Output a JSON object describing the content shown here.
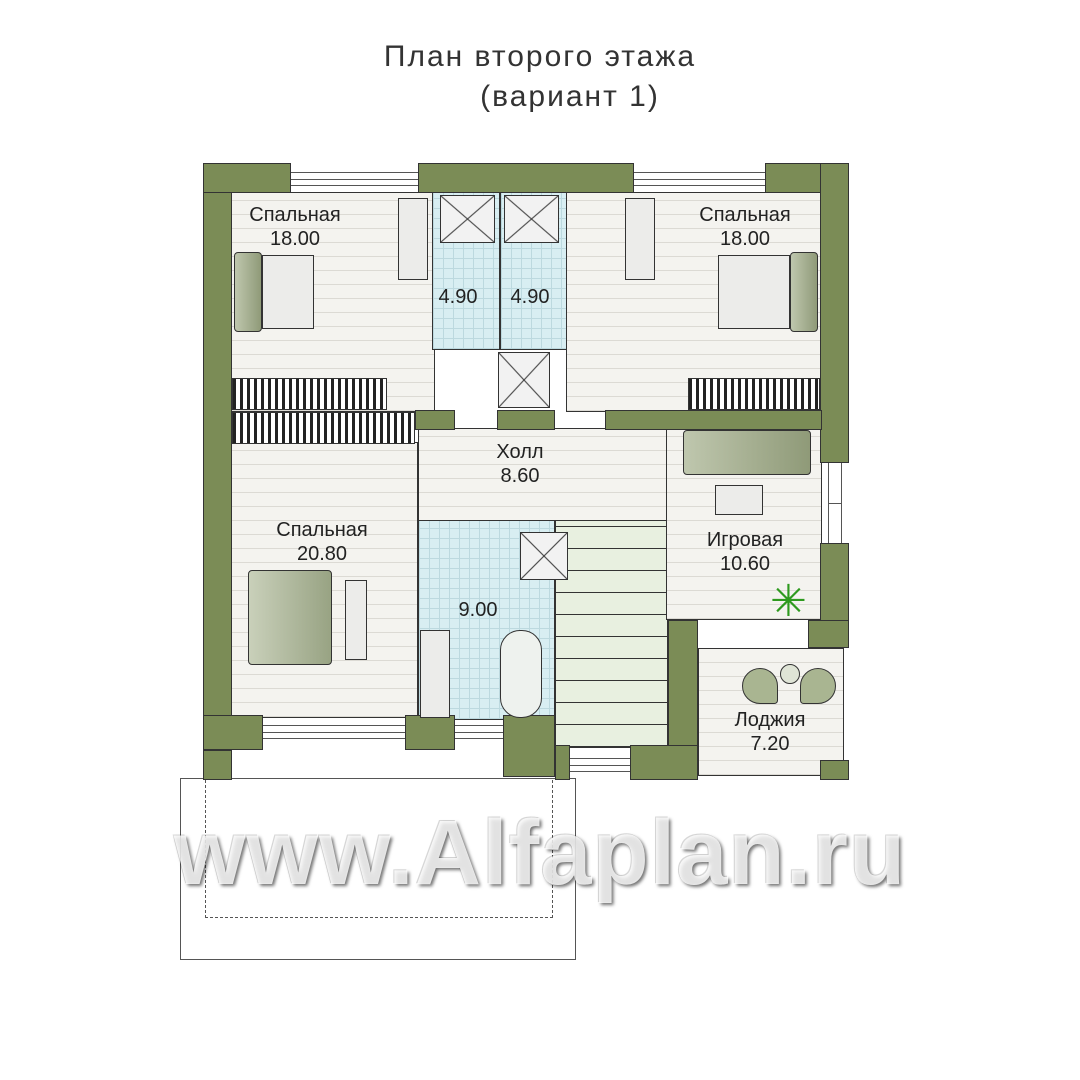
{
  "title": {
    "line1": "План второго этажа",
    "line2": "(вариант 1)"
  },
  "rooms": {
    "bedroom_left": {
      "name": "Спальная",
      "area": "18.00"
    },
    "bedroom_right": {
      "name": "Спальная",
      "area": "18.00"
    },
    "bath_left": {
      "area": "4.90"
    },
    "bath_right": {
      "area": "4.90"
    },
    "hall": {
      "name": "Холл",
      "area": "8.60"
    },
    "bedroom_main": {
      "name": "Спальная",
      "area": "20.80"
    },
    "bath_main": {
      "area": "9.00"
    },
    "playroom": {
      "name": "Игровая",
      "area": "10.60"
    },
    "loggia": {
      "name": "Лоджия",
      "area": "7.20"
    }
  },
  "watermark": "www.Alfaplan.ru",
  "colors": {
    "wall": "#7b8c56",
    "floor": "#f4f3ef",
    "tile": "#d8eef2",
    "plant": "#2e9a1e"
  }
}
